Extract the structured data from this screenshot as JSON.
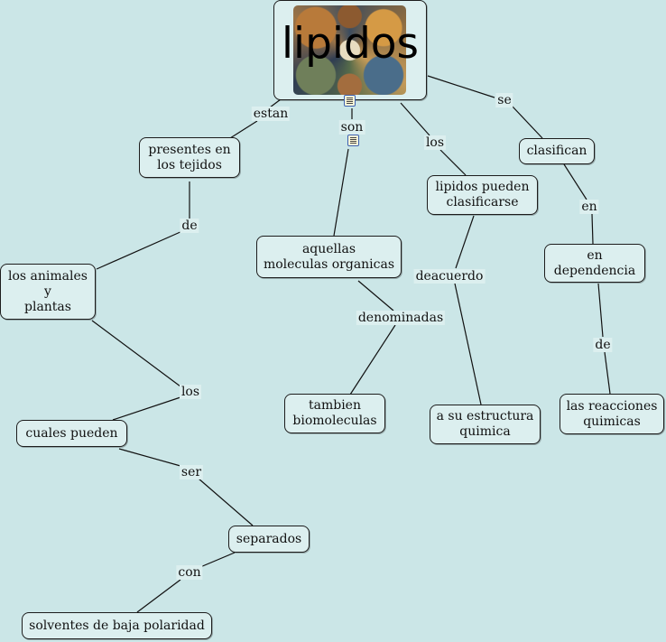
{
  "root": {
    "title": "lipidos"
  },
  "nodes": {
    "presentes": "presentes en\nlos tejidos",
    "animales": "los animales\ny\nplantas",
    "cuales": "cuales pueden",
    "separados": "separados",
    "solventes": "solventes de baja polaridad",
    "aquellas": "aquellas\nmoleculas organicas",
    "tambien": "tambien\nbiomoleculas",
    "lipidos_pueden": "lipidos pueden\nclasificarse",
    "estructura": "a su estructura\nquimica",
    "clasifican": "clasifican",
    "dependencia": "en\ndependencia",
    "reacciones": "las reacciones\nquimicas"
  },
  "labels": {
    "estan": "estan",
    "de1": "de",
    "los1": "los",
    "ser": "ser",
    "con": "con",
    "son": "son",
    "denominadas": "denominadas",
    "los2": "los",
    "deacuerdo": "deacuerdo",
    "se": "se",
    "en": "en",
    "de2": "de"
  }
}
